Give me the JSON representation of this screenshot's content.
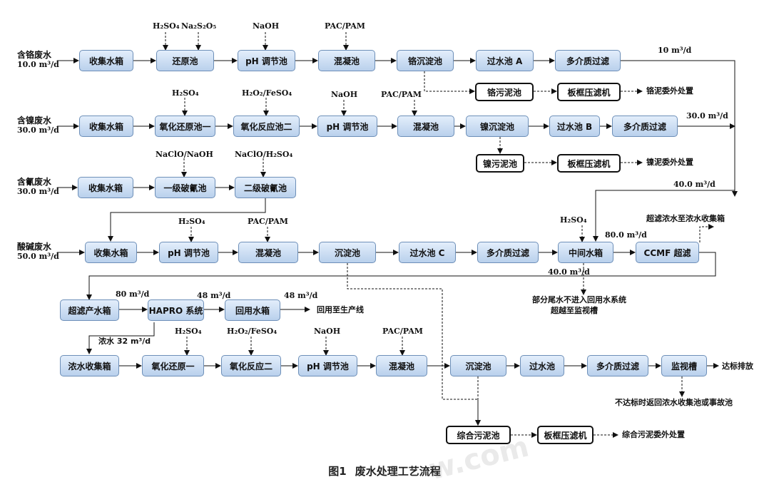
{
  "flow": {
    "row1": {
      "source_name": "含铬废水",
      "source_flow": "10.0 m³/d",
      "reagents": [
        "H₂SO₄",
        "Na₂S₂O₅",
        "NaOH",
        "PAC/PAM"
      ],
      "steps": [
        "收集水箱",
        "还原池",
        "pH 调节池",
        "混凝池",
        "铬沉淀池",
        "过水池 A",
        "多介质过滤"
      ],
      "out_flow": "10 m³/d",
      "sludge": [
        "铬污泥池",
        "板框压滤机"
      ],
      "sludge_out": "铬泥委外处置"
    },
    "row2": {
      "source_name": "含镍废水",
      "source_flow": "30.0 m³/d",
      "reagents": [
        "H₂SO₄",
        "H₂O₂/FeSO₄",
        "NaOH",
        "PAC/PAM"
      ],
      "steps": [
        "收集水箱",
        "氧化还原池一",
        "氧化反应池二",
        "pH 调节池",
        "混凝池",
        "镍沉淀池",
        "过水池 B",
        "多介质过滤"
      ],
      "out_flow": "30.0 m³/d",
      "sludge": [
        "镍污泥池",
        "板框压滤机"
      ],
      "sludge_out": "镍泥委外处置"
    },
    "row3": {
      "source_name": "含氰废水",
      "source_flow": "30.0 m³/d",
      "reagents": [
        "NaClO/NaOH",
        "NaClO/H₂SO₄"
      ],
      "steps": [
        "收集水箱",
        "一级破氰池",
        "二级破氰池"
      ],
      "merged_flow": "40.0 m³/d"
    },
    "row4": {
      "source_name": "酸碱废水",
      "source_flow": "50.0 m³/d",
      "reagents": [
        "H₂SO₄",
        "PAC/PAM",
        "H₂SO₄"
      ],
      "steps": [
        "收集水箱",
        "pH 调节池",
        "混凝池",
        "沉淀池",
        "过水池 C",
        "多介质过滤",
        "中间水箱",
        "CCMF 超滤"
      ],
      "flow_to_uf": "80.0 m³/d",
      "uf_concentrate": "超滤浓水至浓水收集箱",
      "bypass_flow": "40.0 m³/d",
      "bypass_note_1": "部分尾水不进入回用水系统",
      "bypass_note_2": "超越至监视槽"
    },
    "row5": {
      "steps": [
        "超滤产水箱",
        "HAPRO 系统",
        "回用水箱"
      ],
      "flow_in": "80 m³/d",
      "flow_mid": "48 m³/d",
      "flow_out": "48 m³/d",
      "reuse_out": "回用至生产线",
      "concentrate_flow": "浓水 32 m³/d"
    },
    "row6": {
      "reagents": [
        "H₂SO₄",
        "H₂O₂/FeSO₄",
        "NaOH",
        "PAC/PAM"
      ],
      "steps": [
        "浓水收集箱",
        "氧化还原一",
        "氧化反应二",
        "pH 调节池",
        "混凝池",
        "沉淀池",
        "过水池",
        "多介质过滤",
        "监视槽"
      ],
      "discharge": "达标排放",
      "fail_note": "不达标时返回浓水收集池或事故池"
    },
    "row7": {
      "sludge": [
        "综合污泥池",
        "板框压滤机"
      ],
      "sludge_out": "综合污泥委外处置"
    }
  },
  "caption": {
    "number": "图1",
    "text": "废水处理工艺流程"
  },
  "watermark": "w.com",
  "colors": {
    "box_fill_top": "#e3eefb",
    "box_fill_bottom": "#b9d0ec",
    "box_border": "#6d8fb8",
    "line": "#111111"
  }
}
